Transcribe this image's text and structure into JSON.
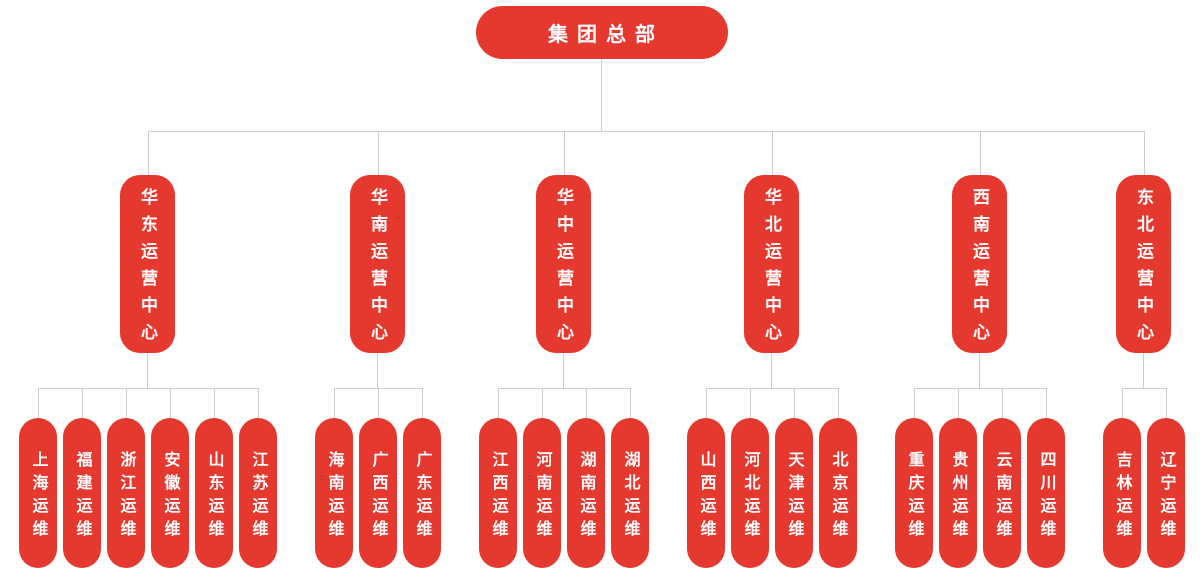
{
  "colors": {
    "node_red": "#E5382F",
    "node_text": "#FFFFFF",
    "connector": "#CDCDCD",
    "background": "#FFFFFF"
  },
  "org": {
    "root": {
      "label": "集团总部"
    },
    "centers": [
      {
        "label": "华东运营中心",
        "children": [
          "上海运维",
          "福建运维",
          "浙江运维",
          "安徽运维",
          "山东运维",
          "江苏运维"
        ]
      },
      {
        "label": "华南运营中心",
        "children": [
          "海南运维",
          "广西运维",
          "广东运维"
        ]
      },
      {
        "label": "华中运营中心",
        "children": [
          "江西运维",
          "河南运维",
          "湖南运维",
          "湖北运维"
        ]
      },
      {
        "label": "华北运营中心",
        "children": [
          "山西运维",
          "河北运维",
          "天津运维",
          "北京运维"
        ]
      },
      {
        "label": "西南运营中心",
        "children": [
          "重庆运维",
          "贵州运维",
          "云南运维",
          "四川运维"
        ]
      },
      {
        "label": "东北运营中心",
        "children": [
          "吉林运维",
          "辽宁运维"
        ]
      }
    ]
  }
}
